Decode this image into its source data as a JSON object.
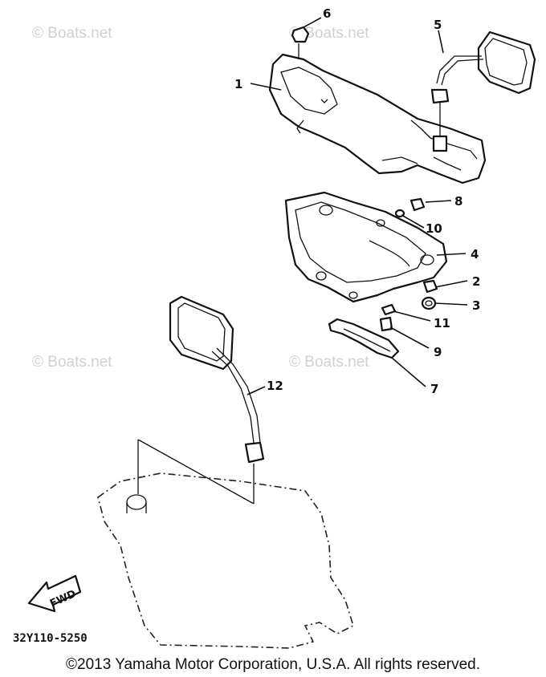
{
  "watermarks": [
    "© Boats.net",
    "© Boats.net",
    "© Boats.net",
    "© Boats.net"
  ],
  "callouts": [
    "1",
    "2",
    "3",
    "4",
    "5",
    "6",
    "7",
    "8",
    "9",
    "10",
    "11",
    "12"
  ],
  "fwd_label": "FWD",
  "drawing_code": "32Y110-5250",
  "copyright": "©2013 Yamaha Motor Corporation, U.S.A. All rights reserved."
}
